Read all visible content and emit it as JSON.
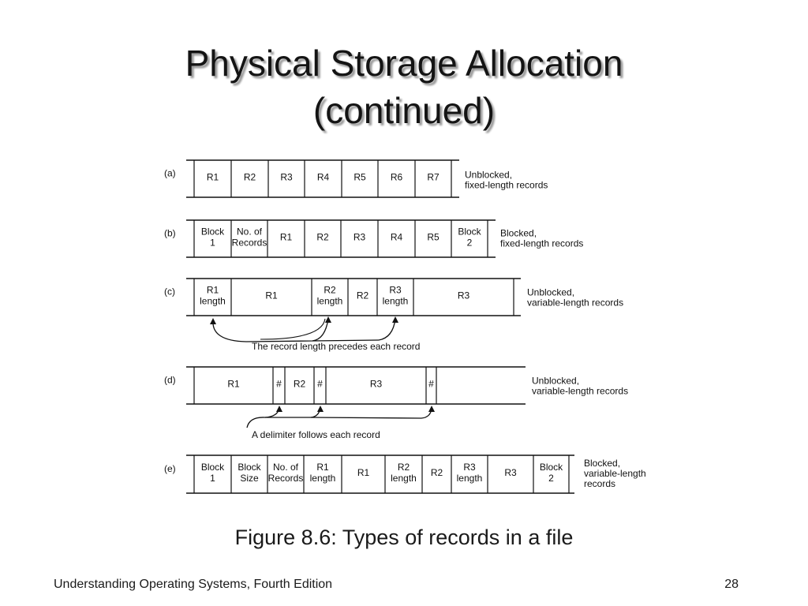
{
  "slide": {
    "title_line1": "Physical Storage Allocation",
    "title_line2": "(continued)",
    "caption": "Figure 8.6: Types of records in a file",
    "footer_left": "Understanding Operating Systems, Fourth Edition",
    "page_number": "28"
  },
  "figure": {
    "rows": [
      {
        "id": "a",
        "label": "(a)",
        "cells": [
          [
            "R1"
          ],
          [
            "R2"
          ],
          [
            "R3"
          ],
          [
            "R4"
          ],
          [
            "R5"
          ],
          [
            "R6"
          ],
          [
            "R7"
          ]
        ],
        "description": [
          "Unblocked,",
          "fixed-length records"
        ]
      },
      {
        "id": "b",
        "label": "(b)",
        "cells": [
          [
            "Block",
            "1"
          ],
          [
            "No. of",
            "Records"
          ],
          [
            "R1"
          ],
          [
            "R2"
          ],
          [
            "R3"
          ],
          [
            "R4"
          ],
          [
            "R5"
          ],
          [
            "Block",
            "2"
          ]
        ],
        "description": [
          "Blocked,",
          "fixed-length records"
        ]
      },
      {
        "id": "c",
        "label": "(c)",
        "cells": [
          [
            "R1",
            "length"
          ],
          [
            "R1"
          ],
          [
            "R2",
            "length"
          ],
          [
            "R2"
          ],
          [
            "R3",
            "length"
          ],
          [
            "R3"
          ]
        ],
        "description": [
          "Unblocked,",
          "variable-length records"
        ],
        "annotation": "The record length precedes each record"
      },
      {
        "id": "d",
        "label": "(d)",
        "cells": [
          [
            "R1"
          ],
          [
            "#"
          ],
          [
            "R2"
          ],
          [
            "#"
          ],
          [
            "R3"
          ],
          [
            "#"
          ]
        ],
        "description": [
          "Unblocked,",
          "variable-length records"
        ],
        "annotation": "A delimiter follows each record"
      },
      {
        "id": "e",
        "label": "(e)",
        "cells": [
          [
            "Block",
            "1"
          ],
          [
            "Block",
            "Size"
          ],
          [
            "No. of",
            "Records"
          ],
          [
            "R1",
            "length"
          ],
          [
            "R1"
          ],
          [
            "R2",
            "length"
          ],
          [
            "R2"
          ],
          [
            "R3",
            "length"
          ],
          [
            "R3"
          ],
          [
            "Block",
            "2"
          ]
        ],
        "description": [
          "Blocked,",
          "variable-length",
          "records"
        ]
      }
    ]
  }
}
